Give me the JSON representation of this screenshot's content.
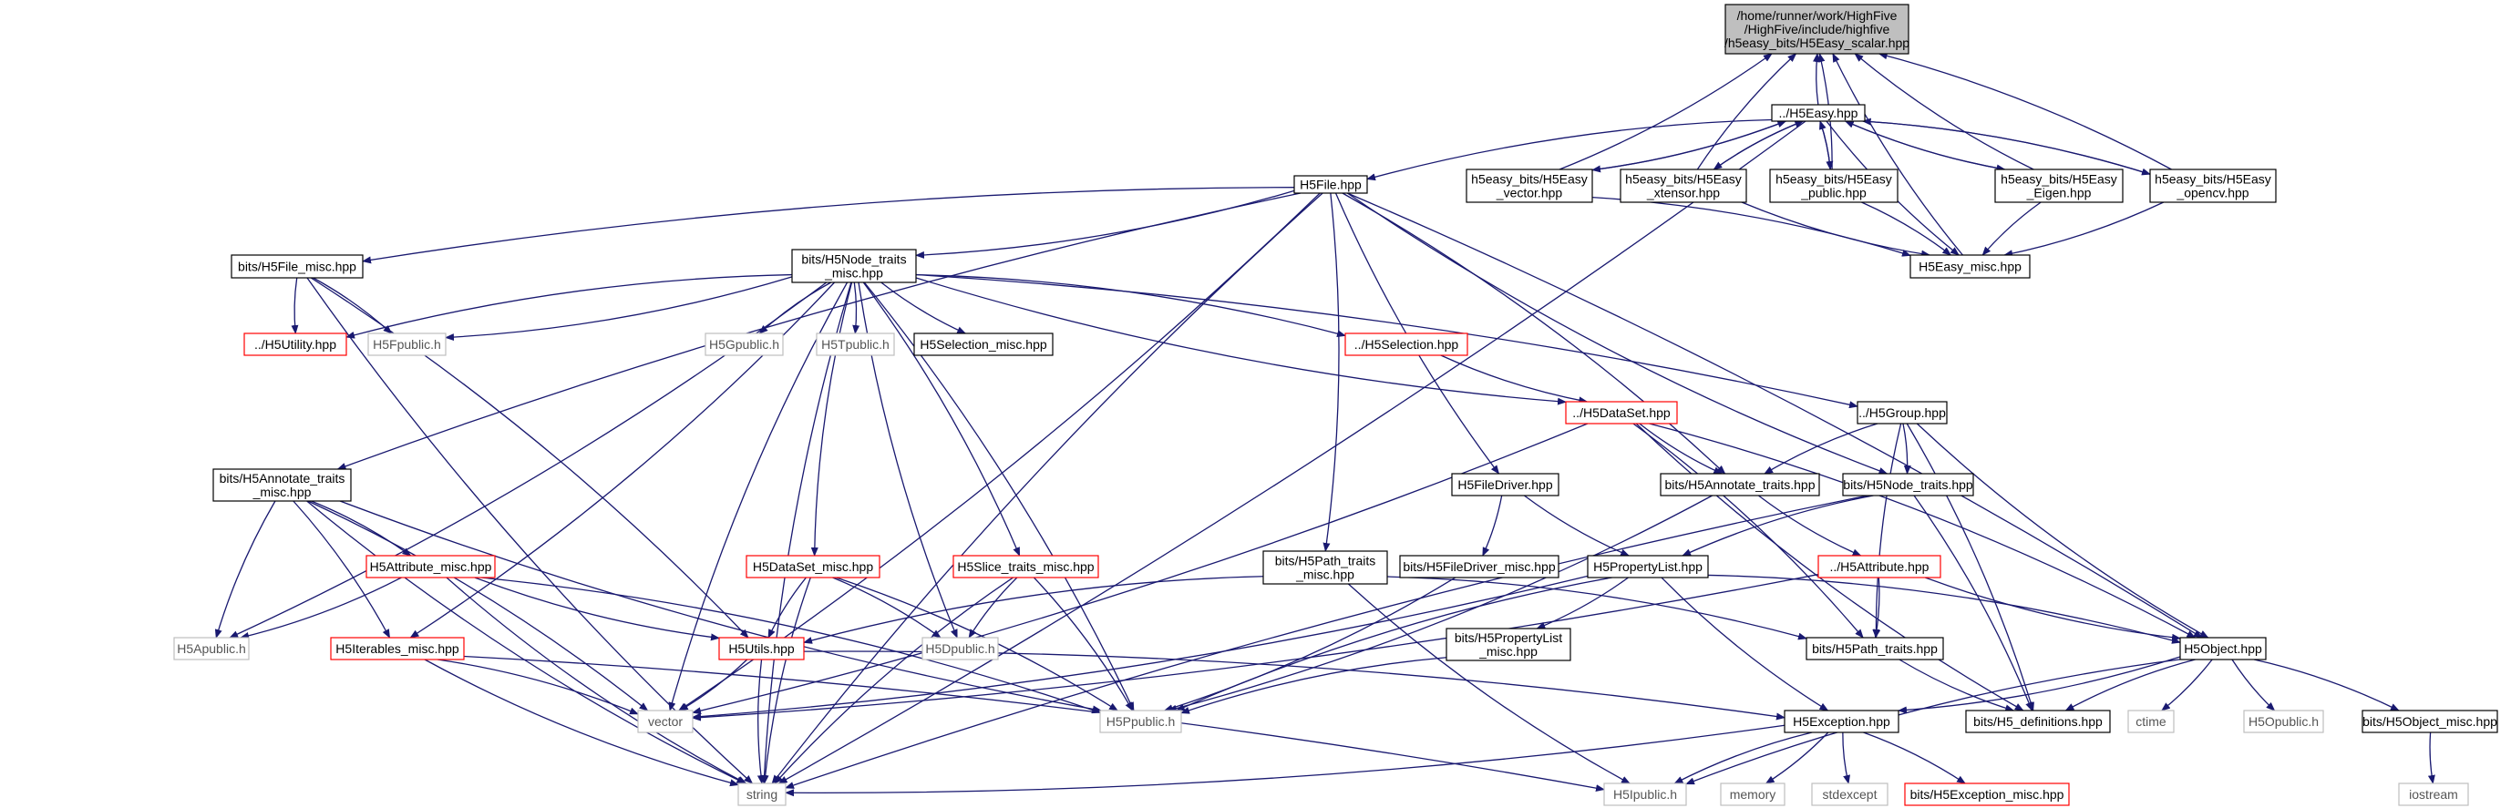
{
  "nodes": {
    "root": "/home/runner/work/HighFive\n/HighFive/include/highfive\n/h5easy_bits/H5Easy_scalar.hpp",
    "h5easy": "../H5Easy.hpp",
    "h5file": "H5File.hpp",
    "vector_hpp": "h5easy_bits/H5Easy\n_vector.hpp",
    "xtensor_hpp": "h5easy_bits/H5Easy\n_xtensor.hpp",
    "public_hpp": "h5easy_bits/H5Easy\n_public.hpp",
    "eigen_hpp": "h5easy_bits/H5Easy\n_Eigen.hpp",
    "opencv_hpp": "h5easy_bits/H5Easy\n_opencv.hpp",
    "easy_misc": "H5Easy_misc.hpp",
    "file_misc": "bits/H5File_misc.hpp",
    "node_traits_misc": "bits/H5Node_traits\n_misc.hpp",
    "h5utility": "../H5Utility.hpp",
    "h5fpublic": "H5Fpublic.h",
    "h5gpublic": "H5Gpublic.h",
    "h5tpublic": "H5Tpublic.h",
    "selection_misc": "H5Selection_misc.hpp",
    "h5selection": "../H5Selection.hpp",
    "h5dataset": "../H5DataSet.hpp",
    "h5group": "../H5Group.hpp",
    "annotate_traits_misc": "bits/H5Annotate_traits\n_misc.hpp",
    "attribute_misc": "H5Attribute_misc.hpp",
    "h5apublic": "H5Apublic.h",
    "iterables_misc": "H5Iterables_misc.hpp",
    "dataset_misc": "H5DataSet_misc.hpp",
    "slice_traits_misc": "H5Slice_traits_misc.hpp",
    "h5dpublic": "H5Dpublic.h",
    "h5utils": "H5Utils.hpp",
    "path_traits_misc": "bits/H5Path_traits\n_misc.hpp",
    "file_driver": "H5FileDriver.hpp",
    "file_driver_misc": "bits/H5FileDriver_misc.hpp",
    "annotate_traits": "bits/H5Annotate_traits.hpp",
    "node_traits": "bits/H5Node_traits.hpp",
    "property_list": "H5PropertyList.hpp",
    "h5attribute": "../H5Attribute.hpp",
    "property_list_misc": "bits/H5PropertyList\n_misc.hpp",
    "path_traits": "bits/H5Path_traits.hpp",
    "h5object": "H5Object.hpp",
    "vector": "vector",
    "h5ppublic": "H5Ppublic.h",
    "h5exception": "H5Exception.hpp",
    "h5_definitions": "bits/H5_definitions.hpp",
    "ctime": "ctime",
    "h5opublic": "H5Opublic.h",
    "object_misc": "bits/H5Object_misc.hpp",
    "string": "string",
    "h5ipublic": "H5Ipublic.h",
    "memory": "memory",
    "stdexcept": "stdexcept",
    "exception_misc": "bits/H5Exception_misc.hpp",
    "iostream": "iostream"
  },
  "colors": {
    "edge": "#191970",
    "box_border": "#000000",
    "root_fill": "#bfbfbf",
    "truncated_border": "#ff0000",
    "system_border": "#bfbfbf",
    "system_text": "#555555"
  }
}
